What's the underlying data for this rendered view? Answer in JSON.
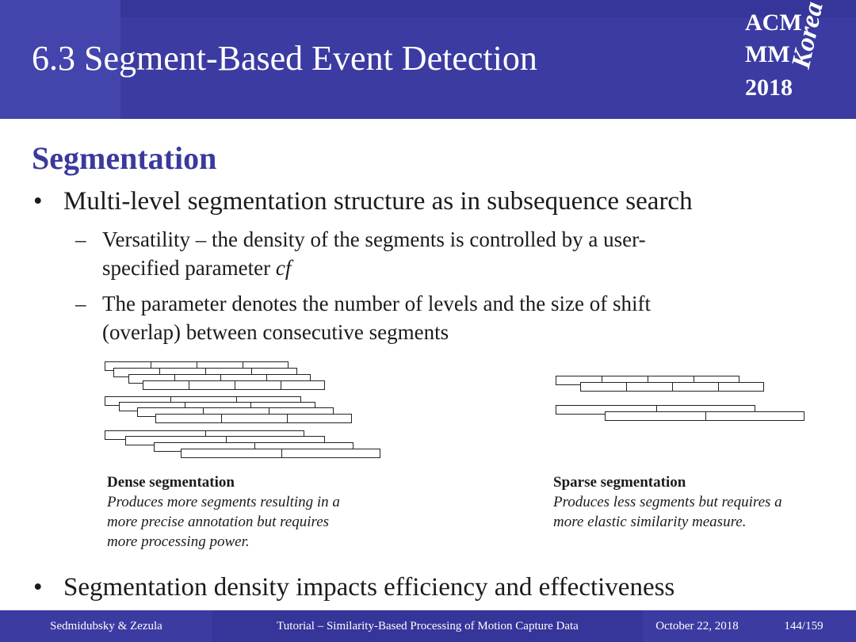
{
  "header": {
    "title": "6.3 Segment-Based Event Detection",
    "logo": {
      "line1": "ACM",
      "line2": "MM",
      "line3": "2018",
      "script": "Korea"
    },
    "colors": {
      "primary": "#3b3ba2",
      "heading": "#3a3a9c"
    }
  },
  "section": {
    "heading": "Segmentation"
  },
  "bullets": [
    {
      "text": "Multi-level segmentation structure as in subsequence search"
    },
    {
      "text": "Segmentation density impacts efficiency and effectiveness"
    }
  ],
  "sub_bullets": [
    {
      "line1": "Versatility – the density of the segments is controlled by a user-",
      "line2_prefix": "specified parameter ",
      "line2_italic": "cf"
    },
    {
      "line1": "The parameter denotes the number of levels and the size of shift",
      "line2_prefix": "(overlap) between consecutive segments",
      "line2_italic": ""
    }
  ],
  "captions": {
    "dense": {
      "title": "Dense segmentation",
      "desc": [
        "Produces more segments resulting in a",
        "more precise annotation but requires",
        "more processing power."
      ]
    },
    "sparse": {
      "title": "Sparse segmentation",
      "desc": [
        "Produces less segments but requires a",
        "more elastic similarity measure."
      ]
    }
  },
  "footer": {
    "authors": "Sedmidubsky & Zezula",
    "tutorial": "Tutorial – Similarity-Based Processing of Motion Capture Data",
    "date": "October 22, 2018",
    "page": "144/159"
  }
}
